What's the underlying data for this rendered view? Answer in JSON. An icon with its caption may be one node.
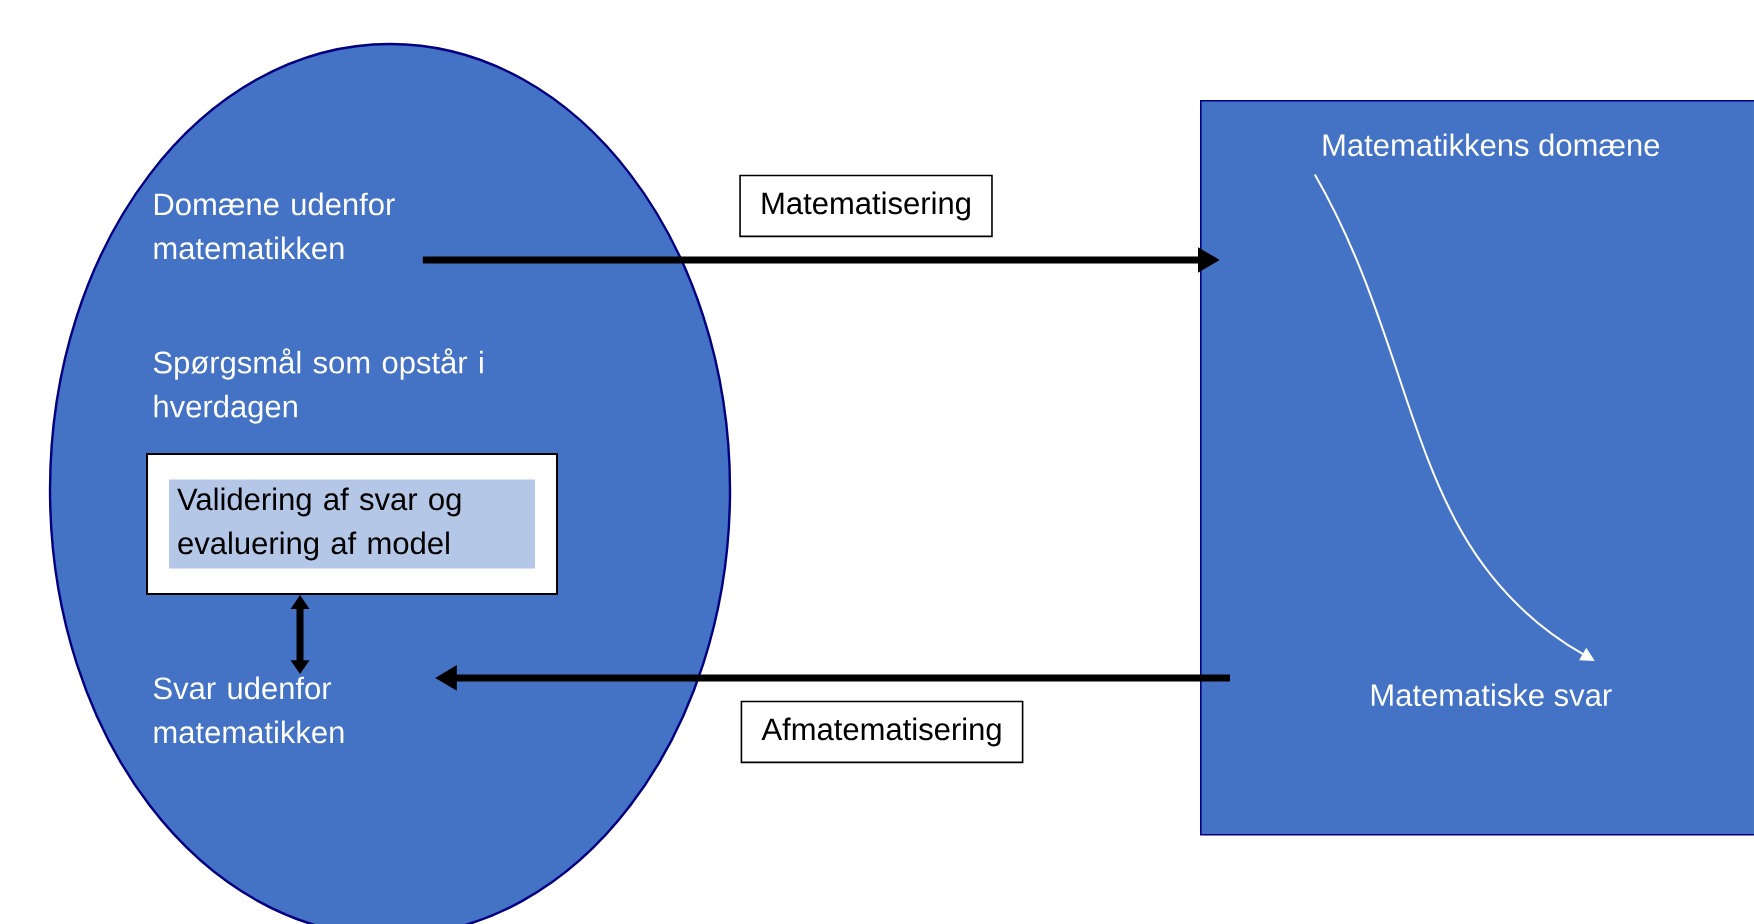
{
  "diagram": {
    "nodes": [
      {
        "text": [],
        "shape": "ellipse"
      },
      {
        "text": [
          "Domæne udenfor matematikken"
        ],
        "in": 0
      },
      {
        "text": [
          "Spørgsmål som opstår i hverdagen"
        ],
        "in": 0
      },
      {
        "text": [
          "Validering af svar og evaluering af model"
        ],
        "in": 0
      },
      {
        "text": [
          "Svar udenfor matematikken"
        ],
        "in": 0
      },
      {
        "text": [],
        "shape": "box"
      },
      {
        "text": [
          "Matematikkens domæne"
        ],
        "in": 5
      },
      {
        "text": [
          "Matematiske svar"
        ],
        "in": 5
      }
    ],
    "edges": [
      {
        "from": 1,
        "to": 5,
        "arrow": "to",
        "label": "Matematisering"
      },
      {
        "from": 5,
        "to": 4,
        "arrow": "to",
        "label": "Afmatematisering"
      },
      {
        "from": 3,
        "to": 4,
        "arrow": "both"
      },
      {
        "from": 6,
        "to": 7,
        "arrow": "to",
        "color": "#ffffff"
      }
    ]
  }
}
